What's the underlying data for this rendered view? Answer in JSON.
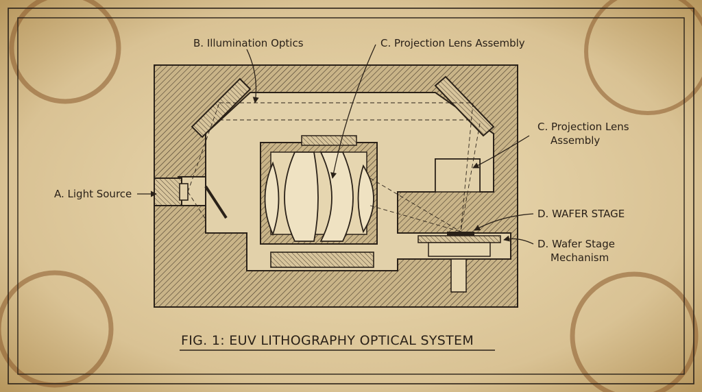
{
  "figure": {
    "title": "FIG. 1: EUV LITHOGRAPHY OPTICAL SYSTEM",
    "labels": {
      "light_source": "A. Light Source",
      "illumination_optics": "B. Illumination Optics",
      "projection_lens_top": "C. Projection Lens Assembly",
      "projection_lens_right_line1": "C. Projection Lens",
      "projection_lens_right_line2": "Assembly",
      "wafer_stage": "D. WAFER STAGE",
      "wafer_mechanism_line1": "D. Wafer Stage",
      "wafer_mechanism_line2": "Mechanism"
    }
  },
  "colors": {
    "paper": "#d9c59a",
    "ink": "#2a2118",
    "stain": "#8a5a2c"
  }
}
